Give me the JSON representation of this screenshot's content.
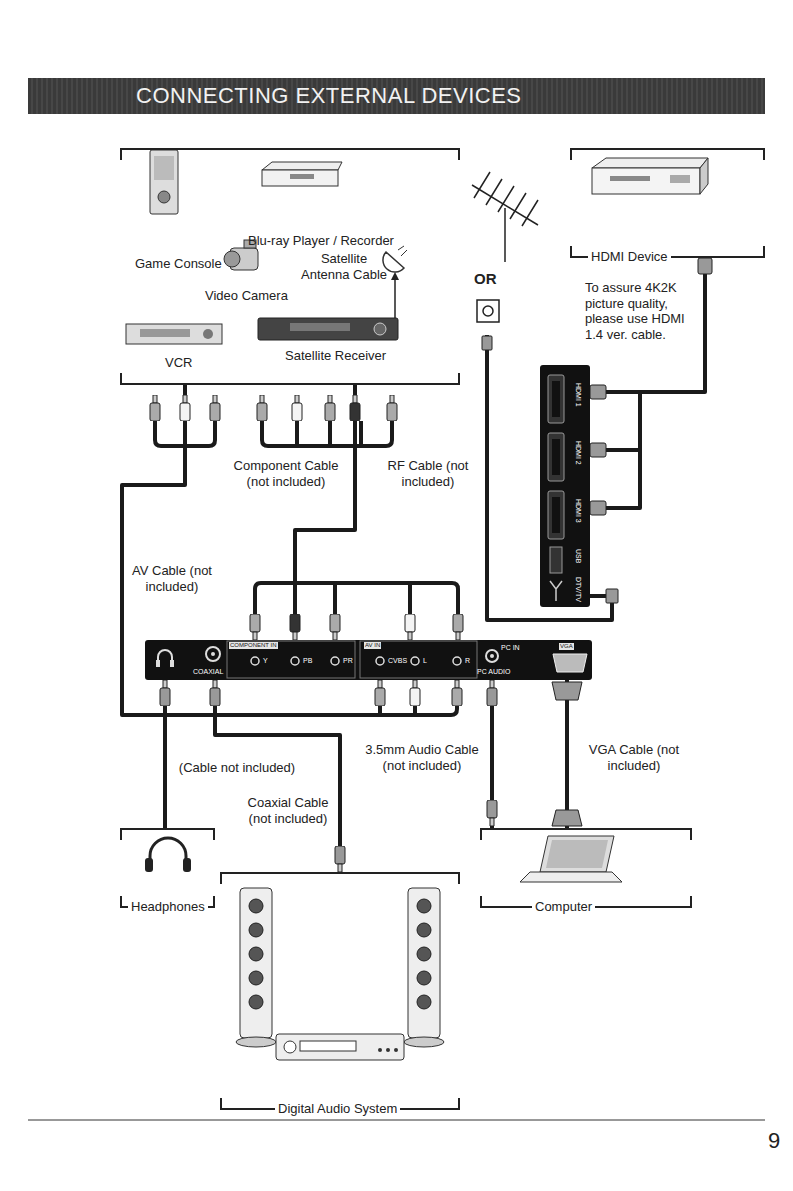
{
  "diagram": {
    "title": "CONNECTING EXTERNAL DEVICES",
    "nodes": [
      {
        "text": [
          "Blu-ray Player / Recorder",
          "Game Console",
          "Video Camera",
          "Satellite Antenna Cable",
          "Satellite Receiver",
          "VCR"
        ]
      },
      {
        "text": [
          "OR"
        ]
      },
      {
        "text": [
          "HDMI Device"
        ]
      },
      {
        "text": [
          "HDMI 1",
          "HDMI 2",
          "HDMI 3",
          "USB",
          "DTV/TV"
        ]
      },
      {
        "text": [
          "COAXIAL",
          "COMPONENT IN",
          "Y",
          "PB",
          "PR",
          "AV IN",
          "CVBS",
          "L",
          "R",
          "PC IN",
          "PC AUDIO",
          "VGA"
        ]
      },
      {
        "text": [
          "Headphones"
        ]
      },
      {
        "text": [
          "Digital Audio System"
        ]
      },
      {
        "text": [
          "Computer"
        ]
      }
    ],
    "edges": [
      {
        "from": 0,
        "to": 4,
        "label": "AV Cable (not included)",
        "arrow": "none"
      },
      {
        "from": 0,
        "to": 4,
        "label": "Component Cable (not included)",
        "arrow": "none"
      },
      {
        "from": 1,
        "to": 3,
        "label": "RF Cable (not included)",
        "arrow": "none"
      },
      {
        "from": 2,
        "to": 3,
        "arrow": "none"
      },
      {
        "from": 4,
        "to": 5,
        "label": "(Cable not included)",
        "arrow": "none"
      },
      {
        "from": 4,
        "to": 6,
        "label": "Coaxial Cable (not included)",
        "arrow": "none"
      },
      {
        "from": 4,
        "to": 7,
        "label": "3.5mm Audio Cable (not included)",
        "arrow": "none"
      },
      {
        "from": 4,
        "to": 7,
        "label": "VGA Cable (not included)",
        "arrow": "none"
      }
    ],
    "labels": [
      "To assure 4K2K picture quality, please use HDMI 1.4 ver. cable.",
      "9"
    ]
  }
}
